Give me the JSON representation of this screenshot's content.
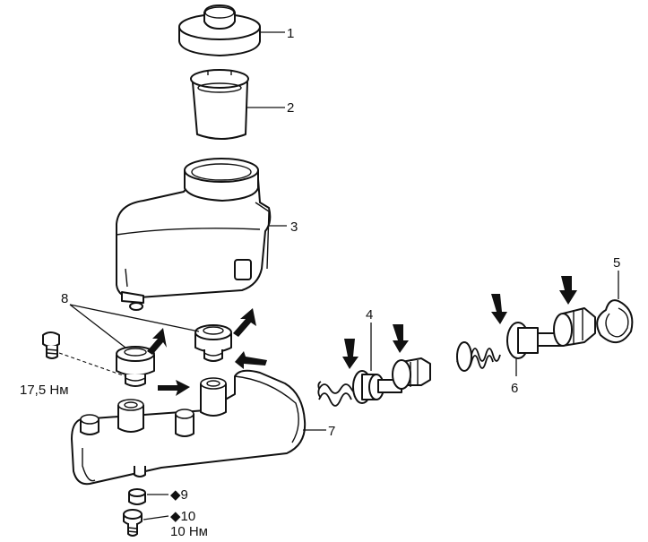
{
  "callouts": {
    "c1": "1",
    "c2": "2",
    "c3": "3",
    "c4": "4",
    "c5": "5",
    "c6": "6",
    "c7": "7",
    "c8": "8",
    "c9": "◆9",
    "c10": "◆10",
    "torque_bleed": "17,5 Нм",
    "torque_10": "10 Нм"
  }
}
